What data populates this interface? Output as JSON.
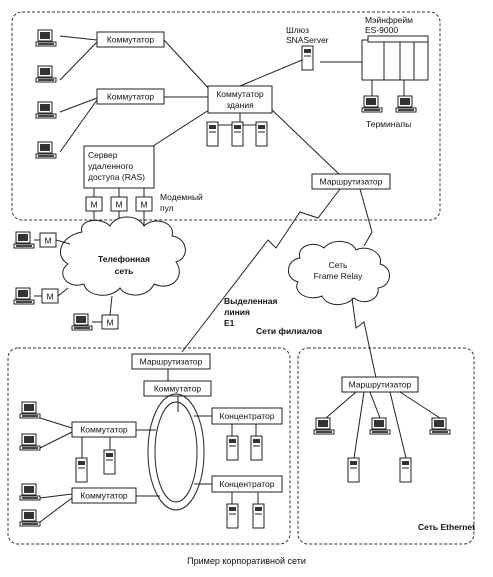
{
  "labels": {
    "kommutator": "Коммутатор",
    "kommutator_zdaniya_1": "Коммутатор",
    "kommutator_zdaniya_2": "здания",
    "shlyuz_1": "Шлюз",
    "shlyuz_2": "SNAServer",
    "mainframe_1": "Мэйнфрейм",
    "mainframe_2": "ES-9000",
    "terminaly": "Терминалы",
    "ras_1": "Сервер",
    "ras_2": "удаленного",
    "ras_3": "доступа (RAS)",
    "modem": "M",
    "modem_pool_1": "Модемный",
    "modem_pool_2": "пул",
    "marshrutizator": "Маршрутизатор",
    "phone_net_1": "Телефонная",
    "phone_net_2": "сеть",
    "frame_relay_1": "Сеть",
    "frame_relay_2": "Frame Relay",
    "leased_1": "Выделенная",
    "leased_2": "линия",
    "leased_3": "E1",
    "branch_nets": "Сети филиалов",
    "koncentrator": "Концентратор",
    "ethernet": "Сеть Ethernet"
  },
  "caption": "Пример корпоративной сети"
}
